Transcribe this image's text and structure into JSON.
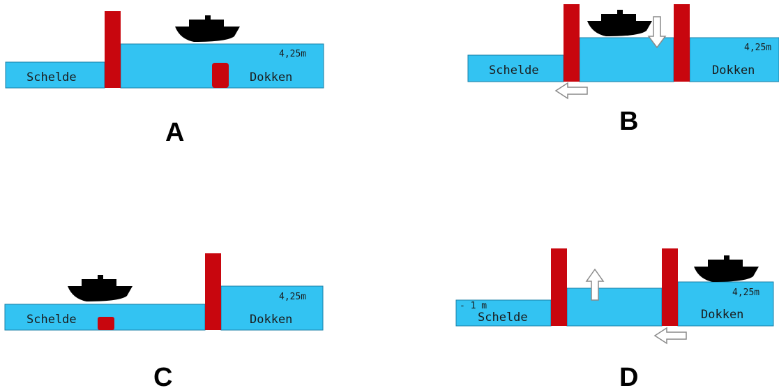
{
  "colors": {
    "water": "#33c3f2",
    "gate": "#c8060e",
    "boat": "#000000",
    "arrow_fill": "#ffffff",
    "arrow_stroke": "#8a8a8a"
  },
  "scenes": {
    "a": {
      "panel_label": "A",
      "left_water": "Schelde",
      "right_water": "Dokken",
      "level": "4,25m"
    },
    "b": {
      "panel_label": "B",
      "left_water": "Schelde",
      "right_water": "Dokken",
      "level": "4,25m"
    },
    "c": {
      "panel_label": "C",
      "left_water": "Schelde",
      "right_water": "Dokken",
      "level": "4,25m"
    },
    "d": {
      "panel_label": "D",
      "left_water": "Schelde",
      "right_water": "Dokken",
      "level": "4,25m",
      "low_level": "- 1 m"
    }
  }
}
